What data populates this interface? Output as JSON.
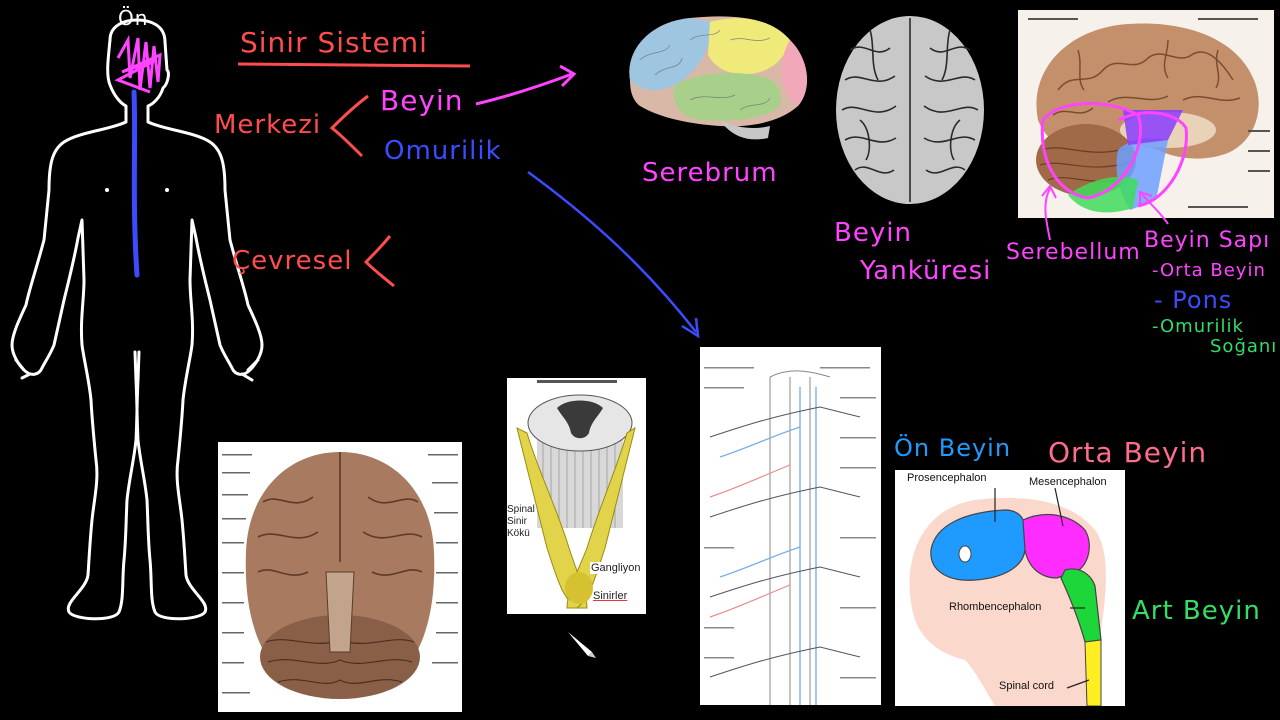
{
  "body_label": "Ön",
  "title": "Sinir Sistemi",
  "cns": {
    "label": "Merkezi",
    "brain": "Beyin",
    "spinal_cord": "Omurilik"
  },
  "pns": {
    "label": "Çevresel"
  },
  "cerebrum": {
    "label": "Serebrum"
  },
  "hemisphere": {
    "label_line1": "Beyin",
    "label_line2": "Yanküresi"
  },
  "cerebellum": {
    "label": "Serebellum"
  },
  "brainstem": {
    "title": "Beyin Sapı",
    "parts": [
      "-Orta Beyin",
      "- Pons",
      "-Omurilik",
      "Soğanı"
    ]
  },
  "spinal_section": {
    "labels": [
      "Spinal",
      "Sinir",
      "Kökü",
      "Gangliyon",
      "Sinirler"
    ]
  },
  "brain_regions": {
    "forebrain": "Ön Beyin",
    "midbrain": "Orta Beyin",
    "hindbrain": "Art Beyin",
    "prosencephalon": "Prosencephalon",
    "mesencephalon": "Mesencephalon",
    "rhombencephalon": "Rhombencephalon",
    "spinal_cord": "Spinal cord"
  },
  "colors": {
    "title_red": "#ff4d4d",
    "brain_magenta": "#ff44ff",
    "cord_blue": "#3b4cff",
    "green": "#33dd66",
    "forebrain_blue": "#1f9bff",
    "midbrain_pink": "#ff2cff",
    "hindbrain_green": "#1cd63a",
    "cord_yellow": "#ffee22"
  }
}
